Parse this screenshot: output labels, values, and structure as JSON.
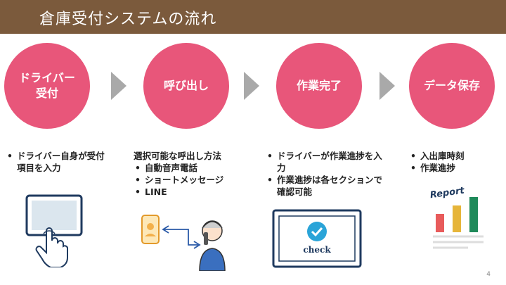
{
  "slide": {
    "title": "倉庫受付システムの流れ",
    "page_number": "4"
  },
  "steps": [
    {
      "label": "ドライバー\n受付"
    },
    {
      "label": "呼び出し"
    },
    {
      "label": "作業完了"
    },
    {
      "label": "データ保存"
    }
  ],
  "descriptions": {
    "step1": {
      "items": [
        "ドライバー自身が受付項目を入力"
      ]
    },
    "step2": {
      "lead": "選択可能な呼出し方法",
      "items": [
        "自動音声電話",
        "ショートメッセージ",
        "LINE"
      ]
    },
    "step3": {
      "items": [
        "ドライバーが作業進捗を入力",
        "作業進捗は各セクションで確認可能"
      ]
    },
    "step4": {
      "items": [
        "入出庫時刻",
        "作業進捗"
      ]
    }
  },
  "illustrations": {
    "check_label": "check",
    "report_label": "Report"
  },
  "colors": {
    "title_bar": "#7b5a3c",
    "circle": "#e8567a",
    "arrow": "#a9a9a9",
    "screen_frame": "#1f3a5f",
    "check_circle": "#2aa4d8"
  }
}
